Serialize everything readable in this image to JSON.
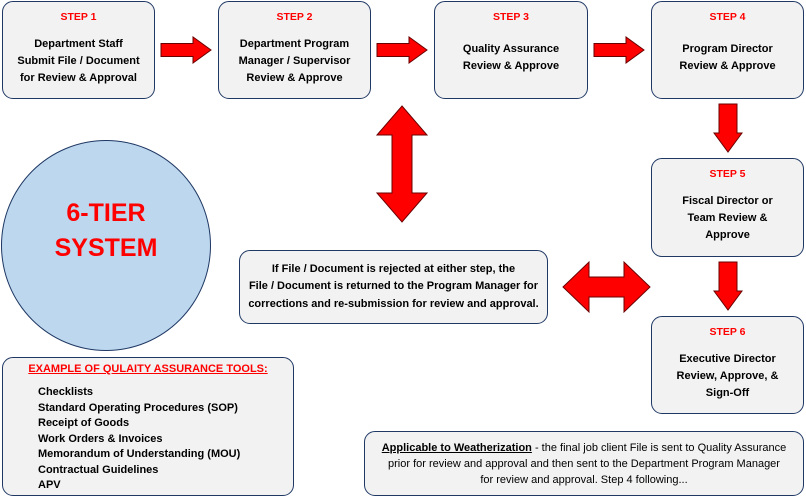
{
  "steps": [
    {
      "label": "STEP 1",
      "lines": [
        "Department Staff",
        "Submit File / Document",
        "for Review & Approval"
      ]
    },
    {
      "label": "STEP 2",
      "lines": [
        "Department Program",
        "Manager / Supervisor",
        "Review & Approve"
      ]
    },
    {
      "label": "STEP 3",
      "lines": [
        "Quality Assurance",
        "Review & Approve"
      ]
    },
    {
      "label": "STEP 4",
      "lines": [
        "Program Director",
        "Review & Approve"
      ]
    },
    {
      "label": "STEP 5",
      "lines": [
        "Fiscal Director or",
        "Team Review &",
        "Approve"
      ]
    },
    {
      "label": "STEP 6",
      "lines": [
        "Executive Director",
        "Review, Approve, &",
        "Sign-Off"
      ]
    }
  ],
  "tier_circle": {
    "lines": [
      "6-TIER",
      "SYSTEM"
    ]
  },
  "rejection_note": {
    "lines": [
      "If File / Document is rejected at either step, the",
      "File / Document is returned to the Program Manager for",
      "corrections and re-submission for review and approval."
    ]
  },
  "qa_tools": {
    "title": "EXAMPLE OF QULAITY ASSURANCE TOOLS:",
    "items": [
      "Checklists",
      "Standard Operating Procedures (SOP)",
      "Receipt of Goods",
      "Work Orders & Invoices",
      "Memorandum of Understanding (MOU)",
      "Contractual Guidelines",
      "APV"
    ]
  },
  "weatherization_note": {
    "heading": "Applicable to Weatherization",
    "lines": [
      "- the final job client File is sent to Quality Assurance",
      "prior for review and approval and then sent to the Department Program Manager",
      "for review and approval. Step 4 following..."
    ]
  },
  "colors": {
    "accent_red": "#ff0000",
    "box_border": "#1f3864",
    "box_fill": "#f2f2f2",
    "circle_fill": "#bdd7ee",
    "arrow_outline": "#6b0000"
  }
}
